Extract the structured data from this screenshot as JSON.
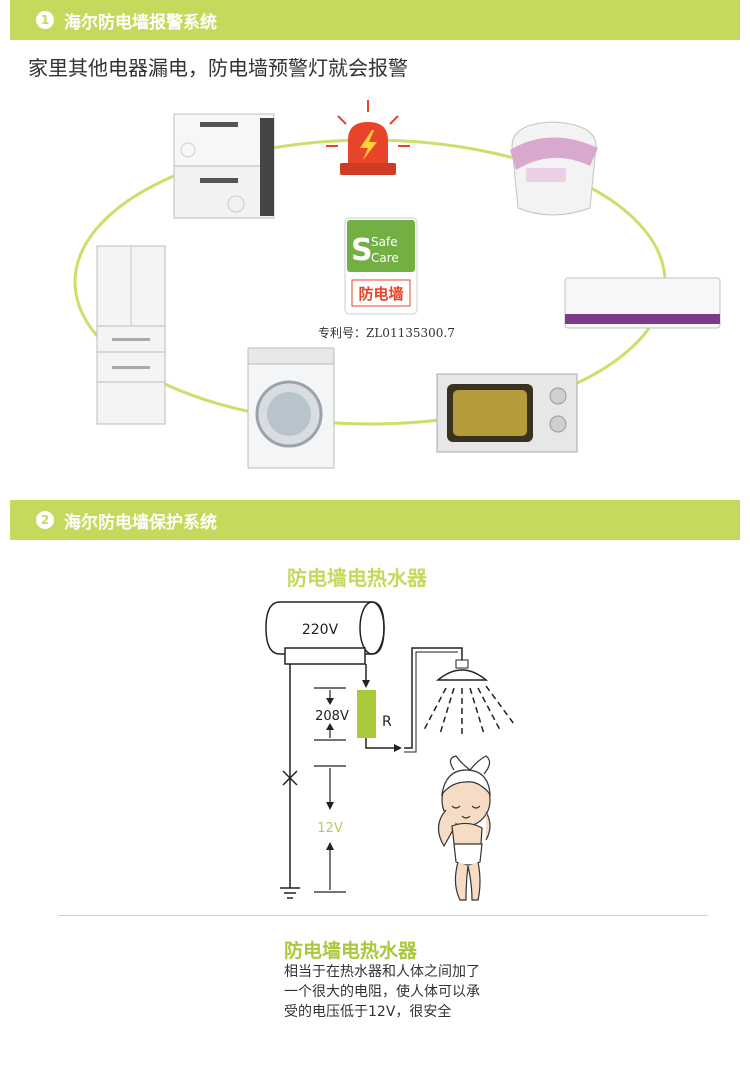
{
  "section1": {
    "number": "1",
    "title": "海尔防电墙报警系统",
    "subtitle": "家里其他电器漏电，防电墙预警灯就会报警",
    "logo_text": {
      "line1": "Safe",
      "line2": "Care",
      "cn": "防电墙"
    },
    "patent": "专利号：ZL01135300.7"
  },
  "section2": {
    "number": "2",
    "title": "海尔防电墙保护系统",
    "diagram_title": "防电墙电热水器",
    "labels": {
      "v220": "220V",
      "v208": "208V",
      "resistor": "R",
      "v12": "12V"
    },
    "desc_title": "防电墙电热水器",
    "desc_lines": [
      "相当于在热水器和人体之间加了",
      "一个很大的电阻，使人体可以承",
      "受的电压低于12V，很安全"
    ]
  },
  "colors": {
    "accent": "#c5da5c",
    "accent_dark": "#a9c83a",
    "alarm": "#e8442a"
  }
}
